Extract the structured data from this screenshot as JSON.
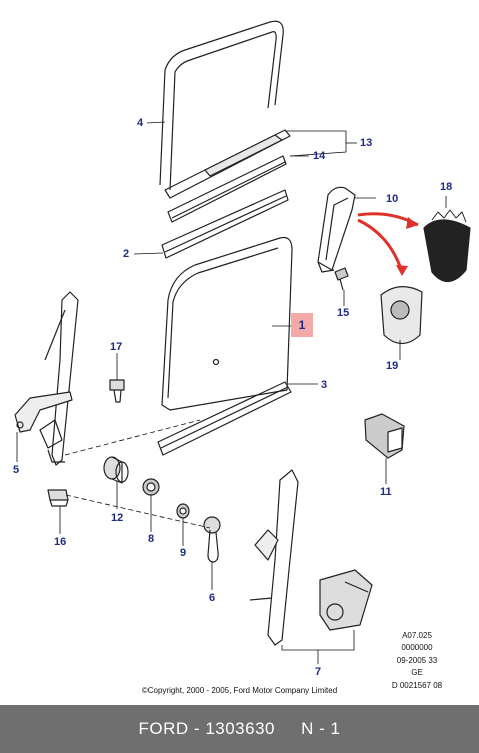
{
  "callouts": {
    "c1": "1",
    "c2": "2",
    "c3": "3",
    "c4": "4",
    "c5": "5",
    "c6": "6",
    "c7": "7",
    "c8": "8",
    "c9": "9",
    "c10": "10",
    "c11": "11",
    "c12": "12",
    "c13": "13",
    "c14": "14",
    "c15": "15",
    "c16": "16",
    "c17": "17",
    "c18": "18",
    "c19": "19"
  },
  "reference": {
    "line1": "A07.025",
    "line2": "0000000",
    "line3": "09-2005 33",
    "line4": "GE",
    "line5": "D 0021567 08"
  },
  "copyright": "©Copyright, 2000 - 2005, Ford Motor Company Limited",
  "footer": {
    "brand": "FORD",
    "part_number": "1303630",
    "position": "N - 1"
  },
  "colors": {
    "callout": "#1d2a86",
    "highlight": "#f2a9a8",
    "arrow": "#e0302a",
    "footer_bg": "#6f6f6f"
  }
}
